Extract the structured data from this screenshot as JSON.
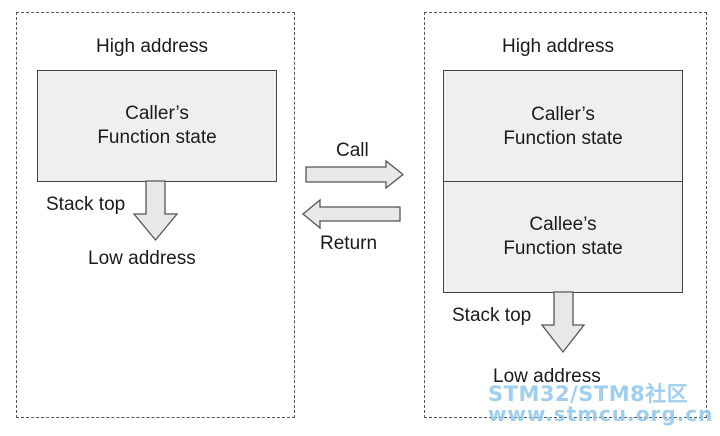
{
  "left_panel": {
    "high_label": "High address",
    "caller_line1": "Caller’s",
    "caller_line2": "Function state",
    "stack_top_label": "Stack top",
    "low_label": "Low address"
  },
  "middle": {
    "call_label": "Call",
    "return_label": "Return"
  },
  "right_panel": {
    "high_label": "High address",
    "caller_line1": "Caller’s",
    "caller_line2": "Function state",
    "callee_line1": "Callee’s",
    "callee_line2": "Function state",
    "stack_top_label": "Stack top",
    "low_label": "Low address"
  },
  "watermark": {
    "line1": "STM32/STM8社区",
    "line2": "www.stmcu.org.cn"
  },
  "colors": {
    "box_fill": "#efefef",
    "box_border": "#444444",
    "arrow_fill": "#e8e8e8",
    "watermark": "#8fc7ea"
  }
}
